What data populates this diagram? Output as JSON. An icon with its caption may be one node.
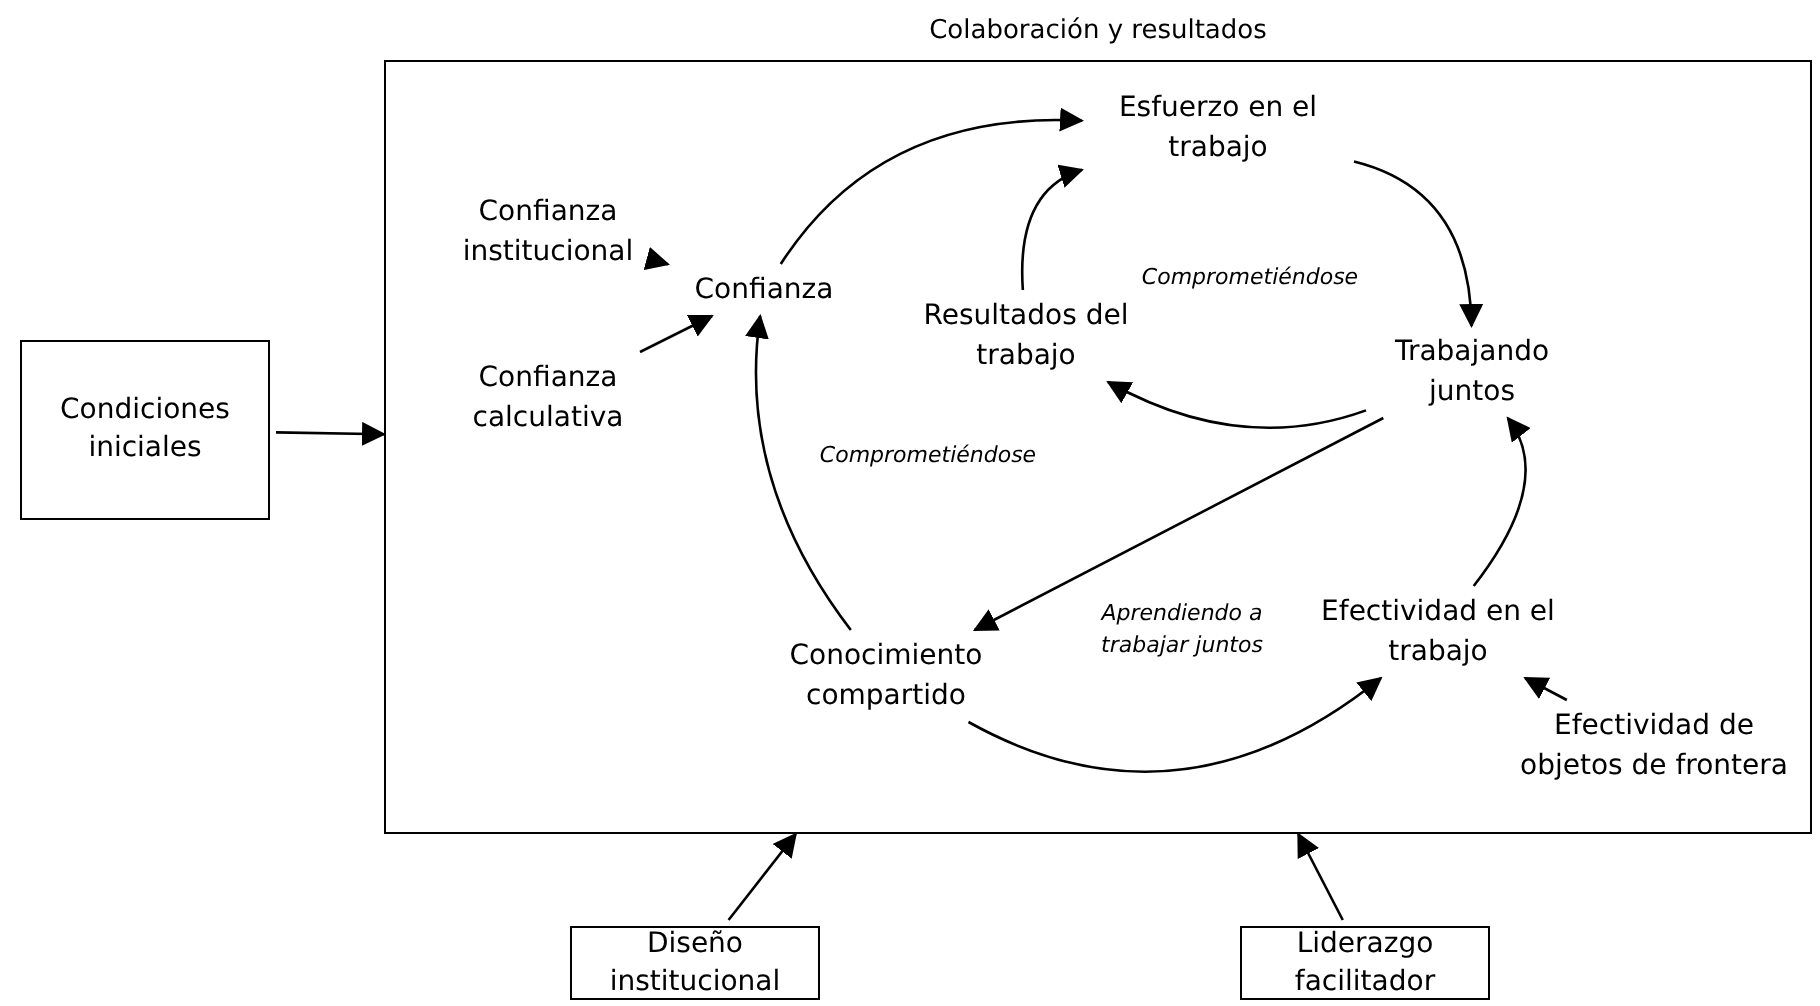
{
  "diagram": {
    "nodes": [
      {
        "text": [
          "Colaboración y resultados"
        ]
      },
      {
        "text": [
          "Condiciones iniciales"
        ]
      },
      {
        "text": [
          "Confianza institucional"
        ],
        "in": 0
      },
      {
        "text": [
          "Confianza calculativa"
        ],
        "in": 0
      },
      {
        "text": [
          "Confianza"
        ],
        "in": 0
      },
      {
        "text": [
          "Esfuerzo en el trabajo"
        ],
        "in": 0
      },
      {
        "text": [
          "Resultados del trabajo"
        ],
        "in": 0
      },
      {
        "text": [
          "Trabajando juntos"
        ],
        "in": 0
      },
      {
        "text": [
          "Conocimiento compartido"
        ],
        "in": 0
      },
      {
        "text": [
          "Efectividad en el trabajo"
        ],
        "in": 0
      },
      {
        "text": [
          "Efectividad de objetos de frontera"
        ],
        "in": 0
      },
      {
        "text": [
          "Diseño institucional"
        ]
      },
      {
        "text": [
          "Liderazgo facilitador"
        ]
      }
    ],
    "edges": [
      {
        "from": 1,
        "to": 0,
        "arrow": "to"
      },
      {
        "from": 2,
        "to": 4,
        "arrow": "to"
      },
      {
        "from": 3,
        "to": 4,
        "arrow": "to"
      },
      {
        "from": 4,
        "to": 5,
        "arrow": "to"
      },
      {
        "from": 5,
        "to": 7,
        "arrow": "to"
      },
      {
        "from": 7,
        "to": 6,
        "arrow": "to"
      },
      {
        "from": 6,
        "to": 5,
        "arrow": "to"
      },
      {
        "from": 7,
        "to": 8,
        "arrow": "to"
      },
      {
        "from": 8,
        "to": 4,
        "arrow": "to"
      },
      {
        "from": 8,
        "to": 9,
        "arrow": "to"
      },
      {
        "from": 9,
        "to": 7,
        "arrow": "to"
      },
      {
        "from": 10,
        "to": 9,
        "arrow": "to"
      },
      {
        "from": 11,
        "to": 0,
        "arrow": "to"
      },
      {
        "from": 12,
        "to": 0,
        "arrow": "to"
      }
    ],
    "labels": [
      "Comprometiéndose",
      "Comprometiéndose",
      "Aprendiendo a trabajar juntos"
    ]
  }
}
